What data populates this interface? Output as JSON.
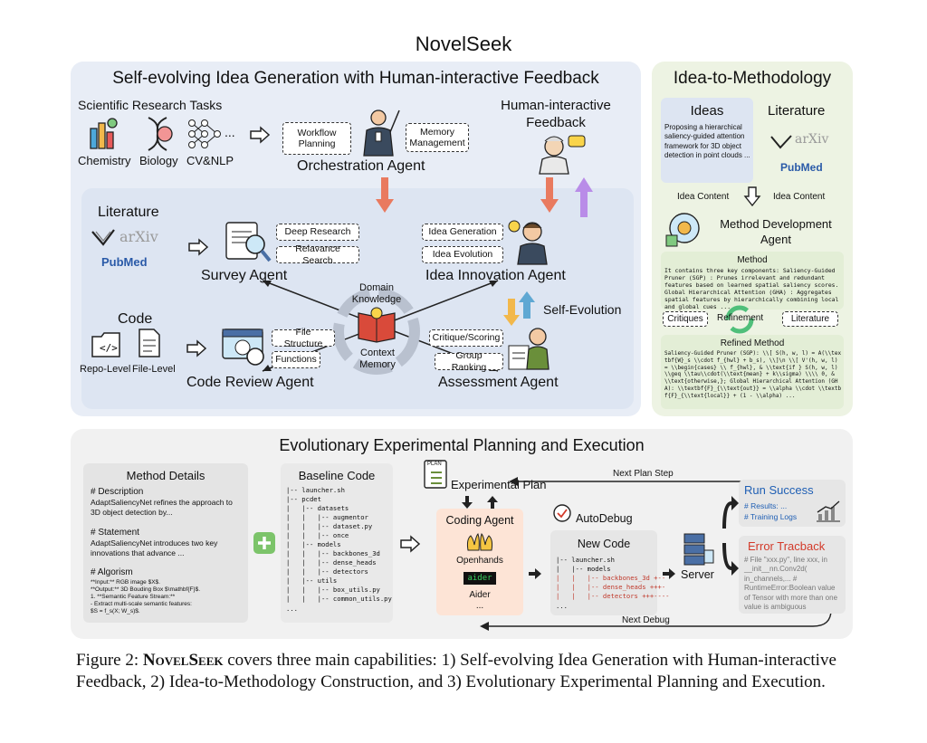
{
  "title": "NovelSeek",
  "idea_gen": {
    "heading": "Self-evolving Idea Generation with Human-interactive Feedback",
    "tasks_title": "Scientific Research Tasks",
    "task_chemistry": "Chemistry",
    "task_biology": "Biology",
    "task_cvnlp": "CV&NLP",
    "task_more": "...",
    "workflow_planning": "Workflow Planning",
    "memory_management": "Memory Management",
    "orchestration_agent": "Orchestration Agent",
    "human_feedback": "Human-interactive Feedback",
    "literature_title": "Literature",
    "arxiv": "arXiv",
    "pubmed": "PubMed",
    "deep_research": "Deep Research",
    "relevance_search": "Relavance Search",
    "survey_agent": "Survey Agent",
    "domain_knowledge": "Domain Knowledge",
    "context_memory": "Context Memory",
    "idea_generation": "Idea Generation",
    "idea_evolution": "Idea Evolution",
    "idea_innovation_agent": "Idea Innovation Agent",
    "self_evolution": "Self-Evolution",
    "code_title": "Code",
    "repo_level": "Repo-Level",
    "file_level": "File-Level",
    "file_structure": "File Structure",
    "functions": "Functions",
    "code_review_agent": "Code Review Agent",
    "critique_scoring": "Critique/Scoring",
    "group_ranking": "Group Ranking",
    "assessment_agent": "Assessment Agent"
  },
  "idea_method": {
    "heading": "Idea-to-Methodology",
    "ideas_title": "Ideas",
    "ideas_text": "Proposing a hierarchical saliency-guided attention framework for 3D object detection in point clouds ...",
    "literature_title": "Literature",
    "arxiv": "arXiv",
    "pubmed": "PubMed",
    "idea_content_left": "Idea Content",
    "idea_content_right": "Idea Content",
    "method_dev_agent": "Method Development Agent",
    "method_title": "Method",
    "method_text": "It contains three key components: Saliency-Guided Pruner (SGP) : Prunes irrelevant and redundant features based on learned spatial saliency scores. Global Hierarchical Attention (GHA) : Aggregates spatial features by hierarchically combining local and global cues ...",
    "critiques": "Critiques",
    "refinement": "Refinement",
    "literature_chip": "Literature",
    "refined_title": "Refined Method",
    "refined_text": "Saliency-Guided Pruner (SGP): \\\\[ S(h, w, l) = A(\\\\textbf{W}_s \\\\cdot f_{hwl} + b_s), \\\\]\\n \\\\[ V'(h, w, l) = \\\\begin{cases} \\\\ f_{hwl}, & \\\\text{if } S(h, w, l) \\\\geq \\\\tau\\\\cdot(\\\\text{mean} + k\\\\sigma) \\\\\\\\ 0, & \\\\text{otherwise,}; Global Hierarchical Attention (GHA): \\\\textbf{F}_{\\\\text{out}} = \\\\alpha \\\\cdot \\\\textbf{F}_{\\\\text{local}} + (1 - \\\\alpha) ..."
  },
  "experiment": {
    "heading": "Evolutionary Experimental Planning and Execution",
    "method_details_title": "Method Details",
    "desc_head": "# Description",
    "desc_text": "AdaptSaliencyNet refines the approach to 3D object detection by...",
    "stmt_head": "# Statement",
    "stmt_text": "AdaptSaliencyNet introduces two key innovations that advance ...",
    "algo_head": "# Algorism",
    "algo_lines": [
      "**Input:** RGB image $X$.",
      "**Output:** 3D Bouding Box $\\mathbf{F}$.",
      "1. **Semantic Feature Stream:**",
      "- Extract multi-scale semantic features:",
      "$S = f_s(X; W_s)$."
    ],
    "baseline_title": "Baseline Code",
    "baseline_lines": [
      "|-- launcher.sh",
      "|-- pcdet",
      "|   |-- datasets",
      "|   |   |-- augmentor",
      "|   |   |-- dataset.py",
      "|   |   |-- once",
      "|   |-- models",
      "|   |   |-- backbones_3d",
      "|   |   |-- dense_heads",
      "|   |   |-- detectors",
      "|   |-- utils",
      "|   |   |-- box_utils.py",
      "|   |   |-- common_utils.py",
      "..."
    ],
    "plan_tag": "PLAN",
    "experimental_plan": "Experimental Plan",
    "next_plan_step": "Next Plan Step",
    "coding_agent": "Coding Agent",
    "openhands": "Openhands",
    "aider_logo": "aider",
    "aider": "Aider",
    "coding_more": "...",
    "autodebug": "AutoDebug",
    "new_code_title": "New Code",
    "new_code_lines": [
      "|-- launcher.sh",
      "|   |-- models",
      "|   |   |-- backbones_3d +--",
      "|   |   |-- dense_heads +++-",
      "|   |   |-- detectors +++----",
      "..."
    ],
    "server": "Server",
    "run_success": "Run Success",
    "results": "# Results: ...",
    "training_logs": "# Training Logs",
    "error_title": "Error Tracback",
    "error_text": "# File \"xxx.py\", line xxx, in __init__nn.Conv2d( in_channels,... # RuntimeError:Boolean value of Tensor with more than one value is ambiguous",
    "next_debug": "Next Debug"
  },
  "caption": {
    "prefix": "Figure 2: ",
    "name": "NovelSeek",
    "rest": " covers three main capabilities: 1) Self-evolving Idea Generation with Human-interactive Feedback, 2) Idea-to-Methodology Construction, and 3) Evolutionary Experimental Planning and Execution."
  },
  "colors": {
    "panel_blue": "#e8edf6",
    "inner_blue": "#dde5f2",
    "panel_green": "#edf3e3",
    "panel_gray": "#f1f1f1",
    "arrow_red": "#e97a5f",
    "arrow_purple": "#b98ce8",
    "run_blue": "#1f5fb4",
    "error_red": "#d33a2a",
    "coding_box": "#fde4d6"
  }
}
